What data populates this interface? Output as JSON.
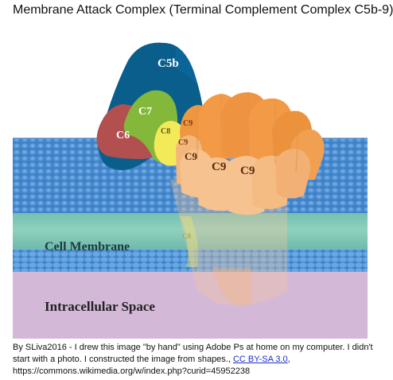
{
  "title": "Membrane Attack Complex (Terminal Complement Complex C5b-9)",
  "diagram": {
    "proteins": {
      "c5b": "C5b",
      "c7": "C7",
      "c6": "C6",
      "c8": "C8",
      "c8_membrane": "C8",
      "c9_a": "C9",
      "c9_b": "C9",
      "c9_c": "C9",
      "c9_d": "C9",
      "c9_e": "C9"
    },
    "regions": {
      "cell_membrane": "Cell Membrane",
      "intracellular_space": "Intracellular Space"
    },
    "colors": {
      "c5b": "#0a5e8c",
      "c7": "#84b83a",
      "c6": "#b25050",
      "c8": "#f3ea5a",
      "c9_dark": "#f09a45",
      "c9_light": "#f6c28f",
      "membrane_head": "#4f94d8",
      "membrane_core": "#7fc9b4",
      "intracellular": "#d4b8d8"
    }
  },
  "caption": {
    "text_before_link": "By SLiva2016 - I drew this image \"by hand\" using Adobe Ps at home on my computer. I didn't start with a photo. I constructed the image from shapes.,",
    "license_link": "CC BY-SA 3.0",
    "text_after_link": ", https://commons.wikimedia.org/w/index.php?curid=45952238"
  }
}
